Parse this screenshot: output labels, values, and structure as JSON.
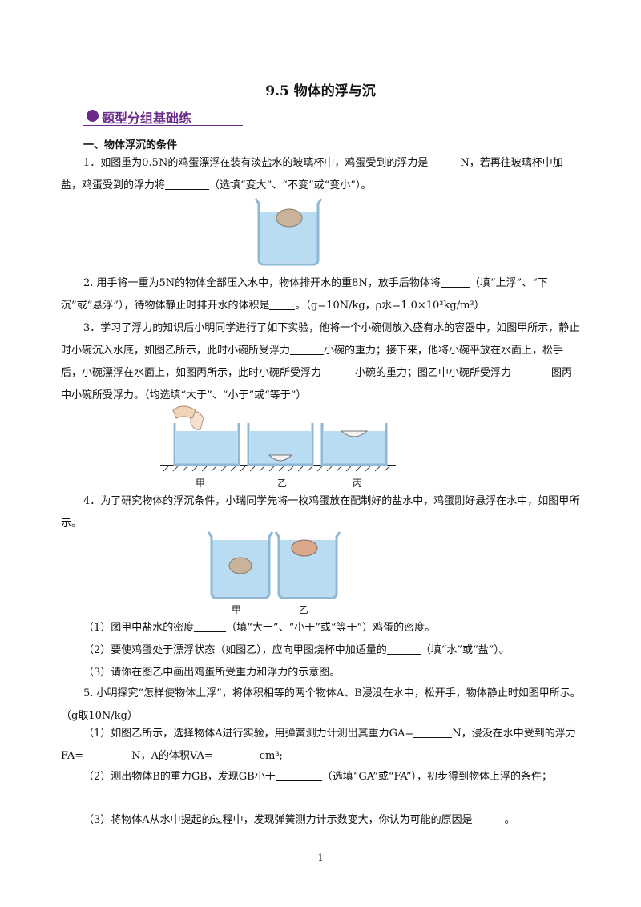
{
  "title": "9.5 物体的浮与沉",
  "section_badge": "题型分组基础练",
  "heading1": "一、物体浮沉的条件",
  "q1": {
    "a": "1．如图重为0.5N的鸡蛋漂浮在装有淡盐水的玻璃杯中，鸡蛋受到的浮力是",
    "b": "N，若再往玻璃杯中加盐，鸡蛋受到的浮力将",
    "c": "（选填“变大”、“不变”或“变小”）。"
  },
  "q2": {
    "a": "2. 用手将一重为5N的物体全部压入水中，物体排开水的重8N，放手后物体将",
    "b": "（填“上浮”、“下沉”或“悬浮”），待物体静止时排开水的体积是",
    "c": "。（g=10N/kg，ρ水=1.0×10³kg/m³）"
  },
  "q3": {
    "a": "3．学习了浮力的知识后小明同学进行了如下实验，他将一个小碗侧放入盛有水的容器中，如图甲所示，静止时小碗沉入水底，如图乙所示，此时小碗所受浮力",
    "b": "小碗的重力；接下来，他将小碗平放在水面上，松手后，小碗漂浮在水面上，如图丙所示，此时小碗所受浮力",
    "c": "小碗的重力；图乙中小碗所受浮力",
    "d": "图丙中小碗所受浮力。（均选填“大于”、“小于”或“等于”）",
    "fig_labels": [
      "甲",
      "乙",
      "丙"
    ]
  },
  "q4": {
    "intro": "4．为了研究物体的浮沉条件，小瑞同学先将一枚鸡蛋放在配制好的盐水中，鸡蛋刚好悬浮在水中，如图甲所示。",
    "fig_labels": [
      "甲",
      "乙"
    ],
    "s1a": "（1）图甲中盐水的密度",
    "s1b": "（填“大于”、“小于”或“等于”）鸡蛋的密度。",
    "s2a": "（2）要使鸡蛋处于漂浮状态（如图乙），应向甲图烧杯中加适量的",
    "s2b": "（填“水”或“盐”）。",
    "s3": "（3）请你在图乙中画出鸡蛋所受重力和浮力的示意图。"
  },
  "q5": {
    "intro": "5. 小明探究“怎样使物体上浮”，将体积相等的两个物体A、B浸没在水中，松开手，物体静止时如图甲所示。（g取10N/kg）",
    "s1a": "（1）如图乙所示，选择物体A进行实验，用弹簧测力计测出其重力GA=",
    "s1b": "N，浸没在水中受到的浮力FA=",
    "s1c": "N，A的体积VA=",
    "s1d": "cm³;",
    "s2a": "（2）测出物体B的重力GB，发现GB小于",
    "s2b": "（选填“GA”或“FA”），初步得到物体上浮的条件；",
    "s3a": "（3）将物体A从水中提起的过程中，发现弹簧测力计示数变大，你认为可能的原因是",
    "s3b": "。"
  },
  "page_number": "1"
}
